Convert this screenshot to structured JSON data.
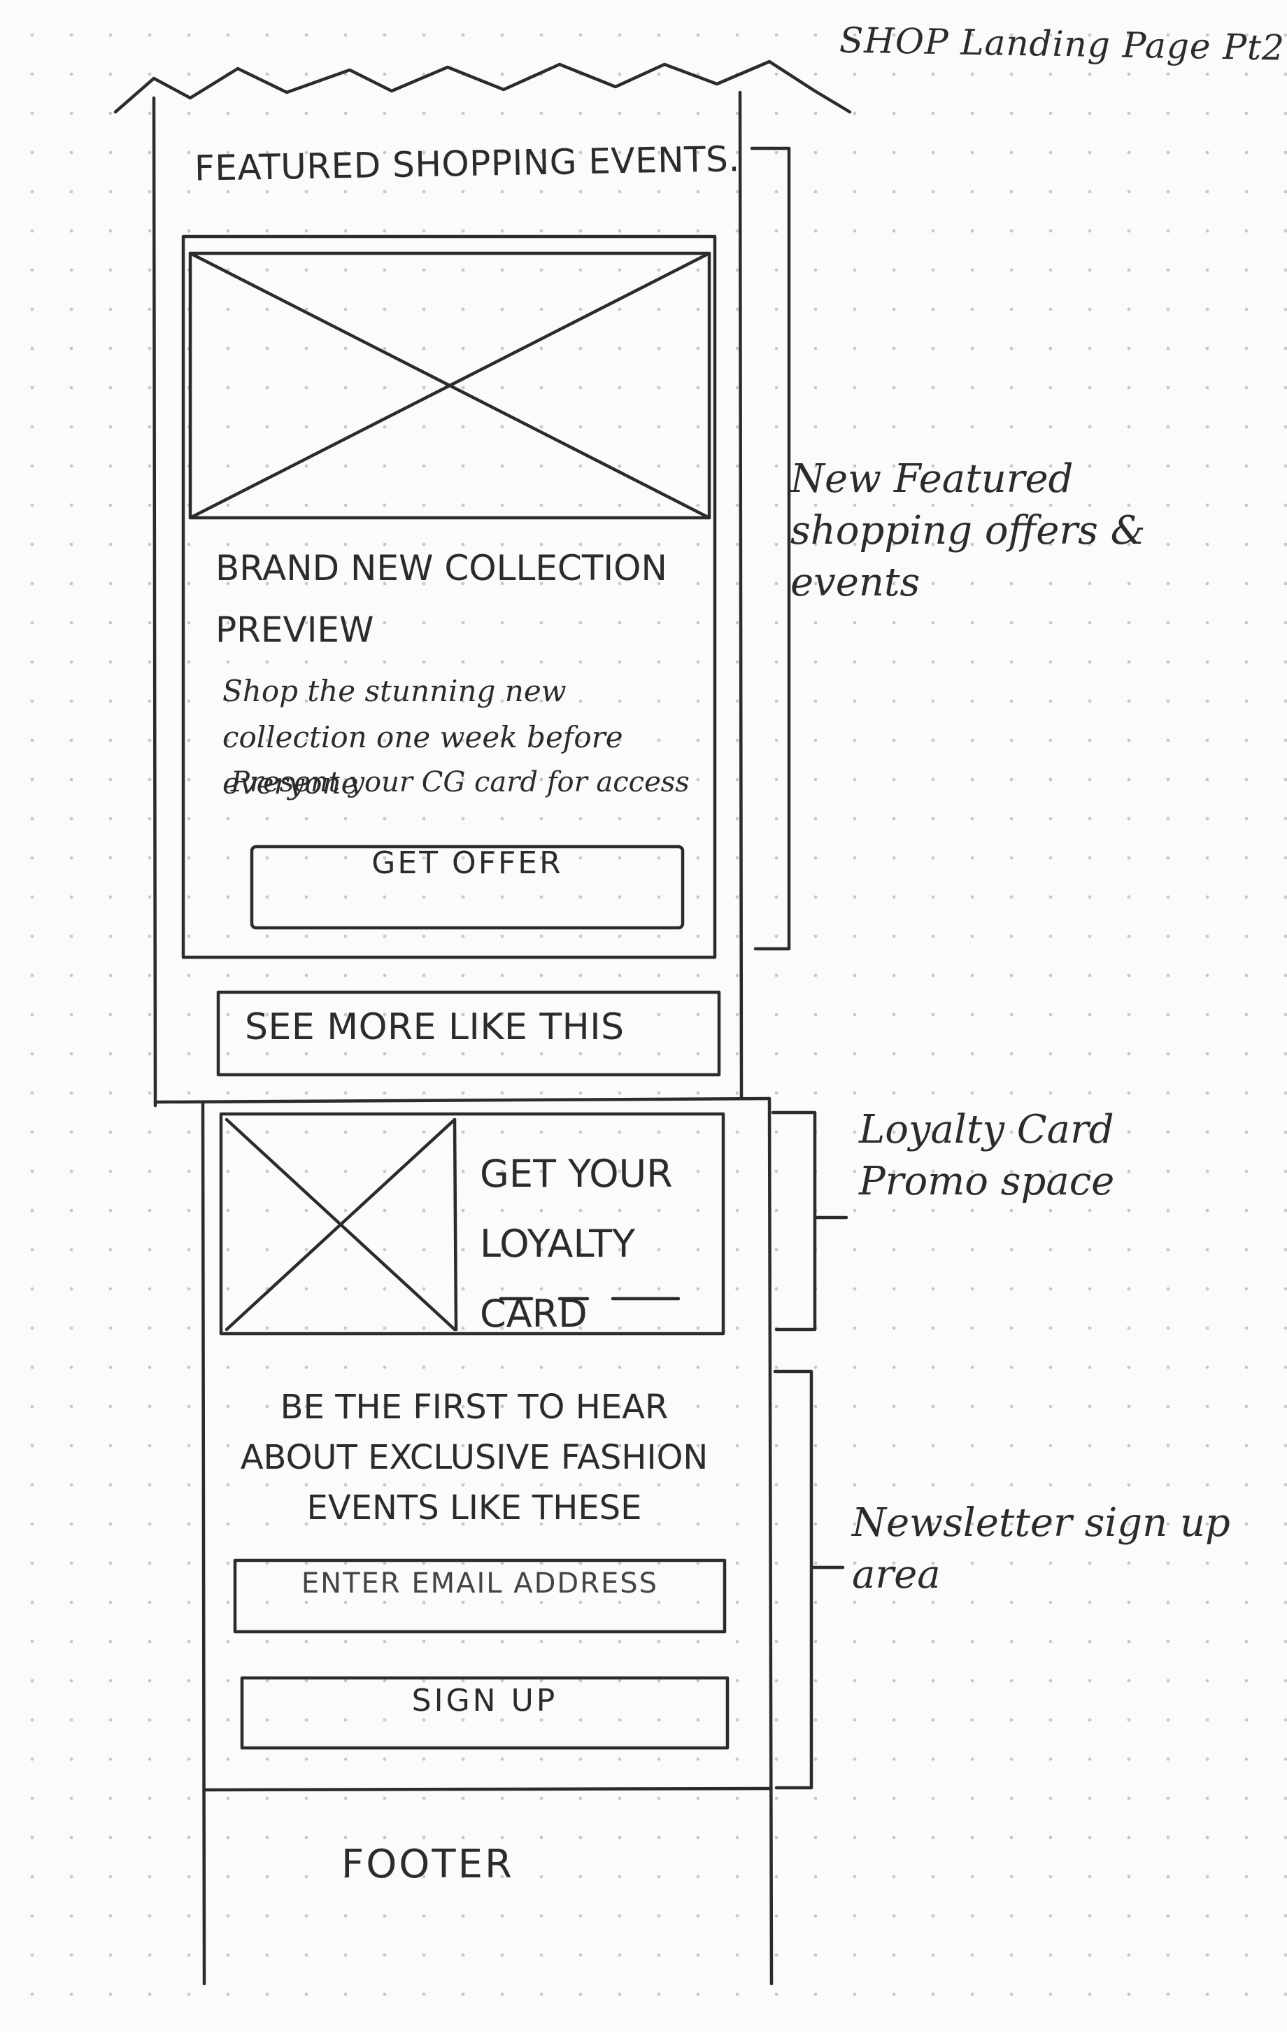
{
  "sheet_title": "SHOP Landing Page Pt2",
  "featured_section": {
    "heading": "FEATURED SHOPPING EVENTS.",
    "card": {
      "title": "BRAND NEW COLLECTION PREVIEW",
      "description": "Shop the stunning new collection one week before everyone",
      "access_note": "Present your CG card for access",
      "button_label": "GET OFFER"
    },
    "see_more_label": "SEE MORE LIKE THIS"
  },
  "loyalty_section": {
    "heading": "GET YOUR LOYALTY CARD"
  },
  "newsletter_section": {
    "heading": "BE THE FIRST TO HEAR ABOUT EXCLUSIVE FASHION EVENTS LIKE THESE",
    "email_placeholder": "ENTER EMAIL ADDRESS",
    "signup_label": "SIGN UP"
  },
  "footer_label": "FOOTER",
  "annotations": {
    "featured": "New Featured shopping offers & events",
    "loyalty": "Loyalty Card Promo space",
    "newsletter": "Newsletter sign up area"
  }
}
